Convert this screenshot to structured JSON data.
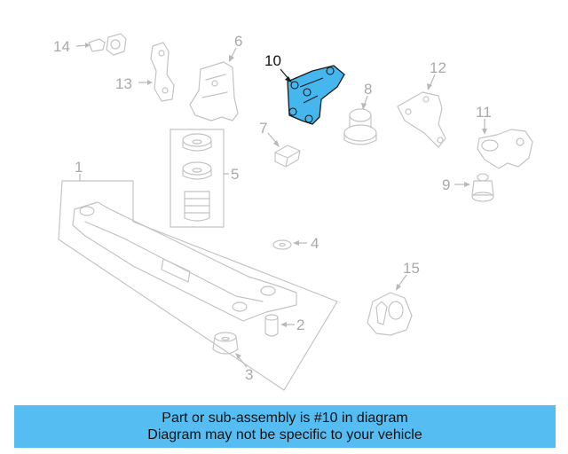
{
  "callouts": {
    "c1": "1",
    "c2": "2",
    "c3": "3",
    "c4": "4",
    "c5": "5",
    "c6": "6",
    "c7": "7",
    "c8": "8",
    "c9": "9",
    "c10": "10",
    "c11": "11",
    "c12": "12",
    "c13": "13",
    "c14": "14",
    "c15": "15"
  },
  "highlight_part": "10",
  "colors": {
    "highlight_fill": "#46b6ee",
    "banner_bg": "#56bdf3",
    "line_gray": "#c4c4c4",
    "label_gray": "#a9a9a9"
  },
  "banner": {
    "line1": "Part or sub-assembly is #10 in diagram",
    "line2": "Diagram may not be specific to your vehicle"
  }
}
